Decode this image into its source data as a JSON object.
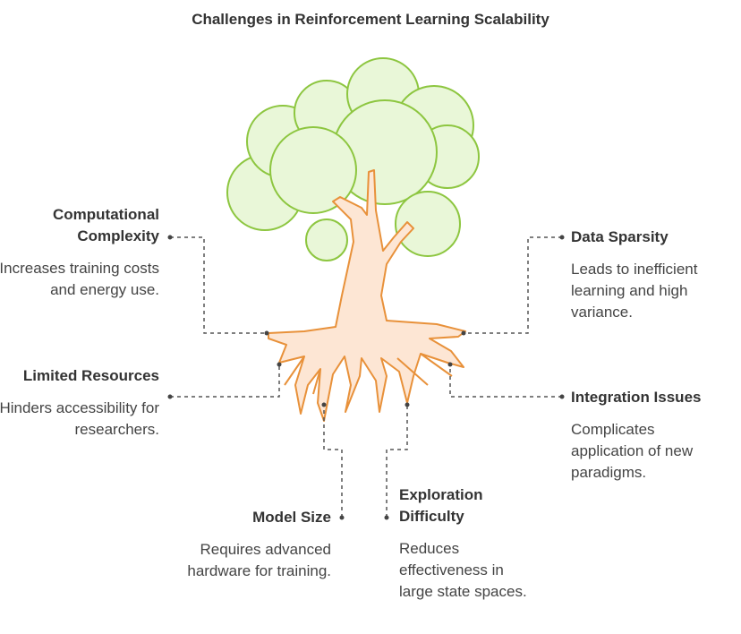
{
  "title": "Challenges in Reinforcement Learning Scalability",
  "colors": {
    "foliage_fill": "#e9f7d8",
    "foliage_stroke": "#8dc640",
    "trunk_fill": "#fde6d4",
    "trunk_stroke": "#e8913a",
    "connector": "#555555"
  },
  "items": [
    {
      "heading": "Computational Complexity",
      "description": "Increases training costs and energy use."
    },
    {
      "heading": "Limited Resources",
      "description": "Hinders accessibility for researchers."
    },
    {
      "heading": "Model Size",
      "description": "Requires advanced hardware for training."
    },
    {
      "heading": "Data Sparsity",
      "description": "Leads to inefficient learning and high variance."
    },
    {
      "heading": "Integration Issues",
      "description": "Complicates application of new paradigms."
    },
    {
      "heading": "Exploration Difficulty",
      "description": "Reduces effectiveness in large state spaces."
    }
  ]
}
